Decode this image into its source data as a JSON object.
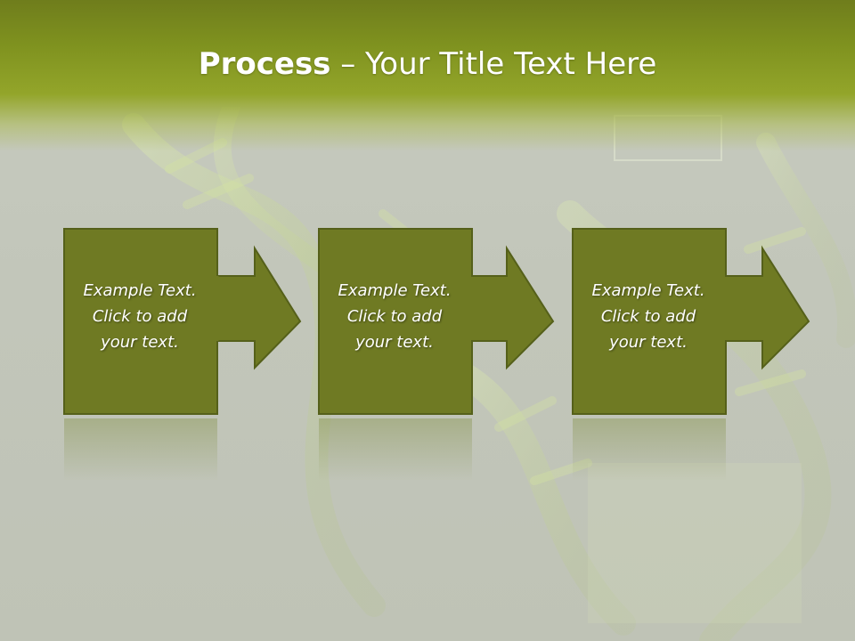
{
  "slide": {
    "title_bold": "Process",
    "title_rest": " – Your Title Text Here"
  },
  "steps": [
    {
      "line1": "Example Text.",
      "line2": "Click  to add",
      "line3": "your text."
    },
    {
      "line1": "Example Text.",
      "line2": "Click  to add",
      "line3": "your text."
    },
    {
      "line1": "Example Text.",
      "line2": "Click  to add",
      "line3": "your text."
    }
  ],
  "colors": {
    "box_fill": "#6f7a23",
    "box_border": "#55601a",
    "title_band": "#8a9c24",
    "background": "#c4c8bc"
  },
  "icons": [
    "right-arrow-icon"
  ]
}
